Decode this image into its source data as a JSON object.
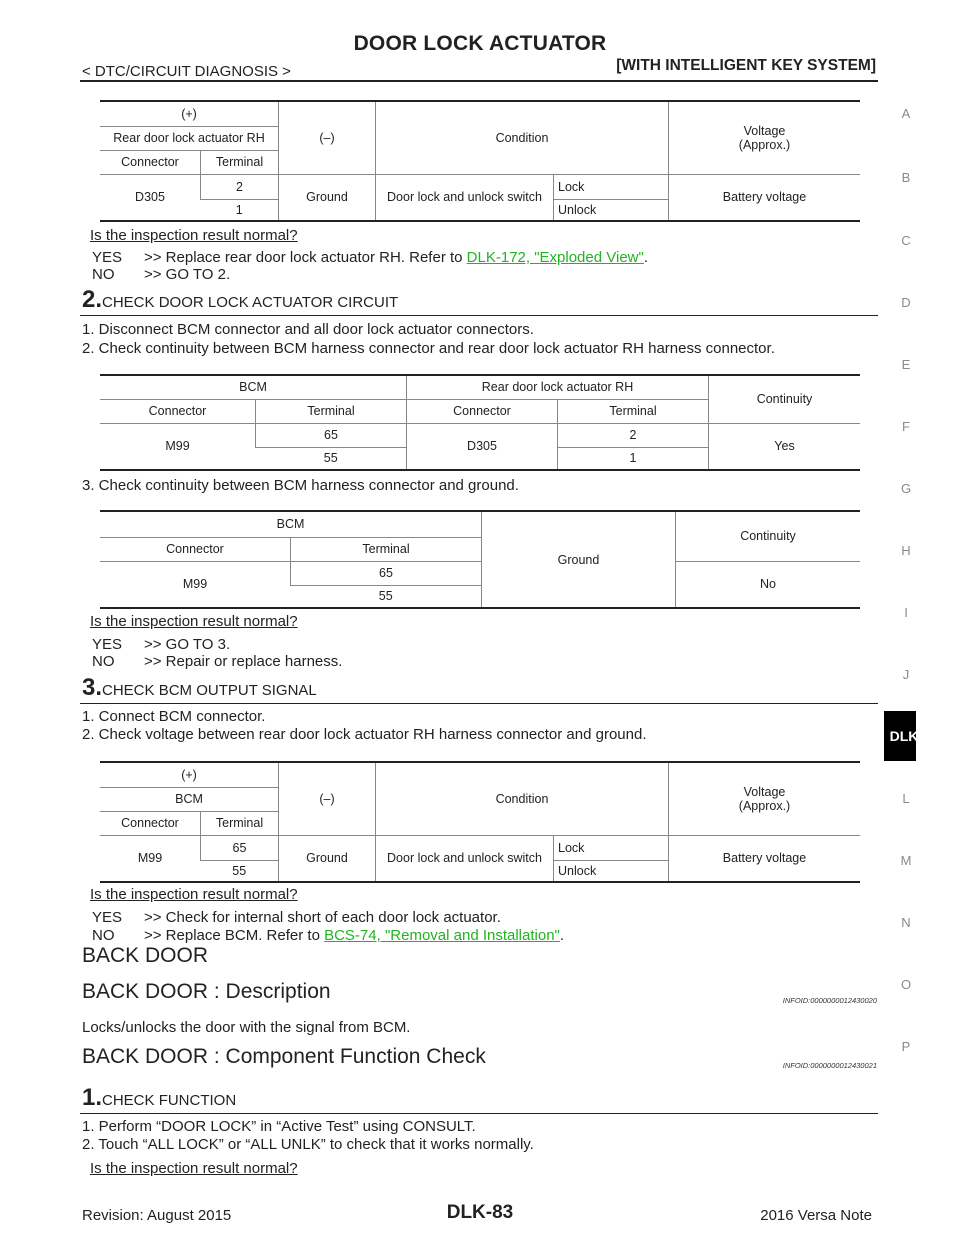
{
  "header": {
    "title": "DOOR LOCK ACTUATOR",
    "left": "< DTC/CIRCUIT DIAGNOSIS >",
    "right": "[WITH INTELLIGENT KEY SYSTEM]"
  },
  "side_index": [
    "A",
    "B",
    "C",
    "D",
    "E",
    "F",
    "G",
    "H",
    "I",
    "J",
    "DLK",
    "L",
    "M",
    "N",
    "O",
    "P"
  ],
  "table1": {
    "plus": "(+)",
    "minus": "(–)",
    "condition": "Condition",
    "voltage": "Voltage\n(Approx.)",
    "component": "Rear door lock actuator RH",
    "connector": "Connector",
    "terminal": "Terminal",
    "conn_val": "D305",
    "ground": "Ground",
    "cond_val": "Door lock and unlock switch",
    "rows": [
      {
        "terminal": "2",
        "state": "Lock"
      },
      {
        "terminal": "1",
        "state": "Unlock"
      }
    ],
    "volt_val": "Battery voltage"
  },
  "q1": "Is the inspection result normal?",
  "yes1_label": "YES",
  "yes1_text": ">> Replace rear door lock actuator RH. Refer to",
  "yes1_link": "DLK-172, \"Exploded View\"",
  "yes1_end": ".",
  "no1_label": "NO",
  "no1_text": ">> GO TO 2.",
  "step2": {
    "num": "2.",
    "title": "CHECK DOOR LOCK ACTUATOR CIRCUIT"
  },
  "step2_items": [
    "1.   Disconnect BCM connector and all door lock actuator connectors.",
    "2.   Check continuity between BCM harness connector and rear door lock actuator RH harness connector."
  ],
  "table2": {
    "bcm": "BCM",
    "rear": "Rear door lock actuator RH",
    "continuity": "Continuity",
    "connector": "Connector",
    "terminal": "Terminal",
    "bcm_conn": "M99",
    "rear_conn": "D305",
    "rows": [
      {
        "bcm_t": "65",
        "rear_t": "2"
      },
      {
        "bcm_t": "55",
        "rear_t": "1"
      }
    ],
    "result": "Yes"
  },
  "step2_item3": "3.   Check continuity between BCM harness connector and ground.",
  "table3": {
    "bcm": "BCM",
    "connector": "Connector",
    "terminal": "Terminal",
    "ground": "Ground",
    "continuity": "Continuity",
    "conn_val": "M99",
    "terminals": [
      "65",
      "55"
    ],
    "result": "No"
  },
  "q2": "Is the inspection result normal?",
  "yes2_label": "YES",
  "yes2_text": ">> GO TO 3.",
  "no2_label": "NO",
  "no2_text": ">> Repair or replace harness.",
  "step3": {
    "num": "3.",
    "title": "CHECK BCM OUTPUT SIGNAL"
  },
  "step3_items": [
    "1.   Connect BCM connector.",
    "2.   Check voltage between rear door lock actuator RH harness connector and ground."
  ],
  "table4": {
    "plus": "(+)",
    "minus": "(–)",
    "condition": "Condition",
    "voltage": "Voltage\n(Approx.)",
    "component": "BCM",
    "connector": "Connector",
    "terminal": "Terminal",
    "conn_val": "M99",
    "ground": "Ground",
    "cond_val": "Door lock and unlock switch",
    "rows": [
      {
        "terminal": "65",
        "state": "Lock"
      },
      {
        "terminal": "55",
        "state": "Unlock"
      }
    ],
    "volt_val": "Battery voltage"
  },
  "q3": "Is the inspection result normal?",
  "yes3_label": "YES",
  "yes3_text": ">> Check for internal short of each door lock actuator.",
  "no3_label": "NO",
  "no3_text": ">> Replace BCM. Refer to",
  "no3_link": "BCS-74, \"Removal and Installation\"",
  "no3_end": ".",
  "back_door": "BACK DOOR",
  "desc_title": "BACK DOOR : Description",
  "desc_id": "INFOID:0000000012430020",
  "desc_text": "Locks/unlocks the door with the signal from BCM.",
  "func_title": "BACK DOOR : Component  Function  Check",
  "func_id": "INFOID:0000000012430021",
  "step1": {
    "num": "1.",
    "title": "CHECK FUNCTION"
  },
  "step1_items": [
    "1.   Perform “DOOR LOCK” in “Active Test” using CONSULT.",
    "2.   Touch “ALL LOCK” or “ALL UNLK” to check that it works normally."
  ],
  "q4": "Is the inspection result normal?",
  "footer": {
    "revision": "Revision: August 2015",
    "page": "DLK-83",
    "model": "2016 Versa Note"
  }
}
